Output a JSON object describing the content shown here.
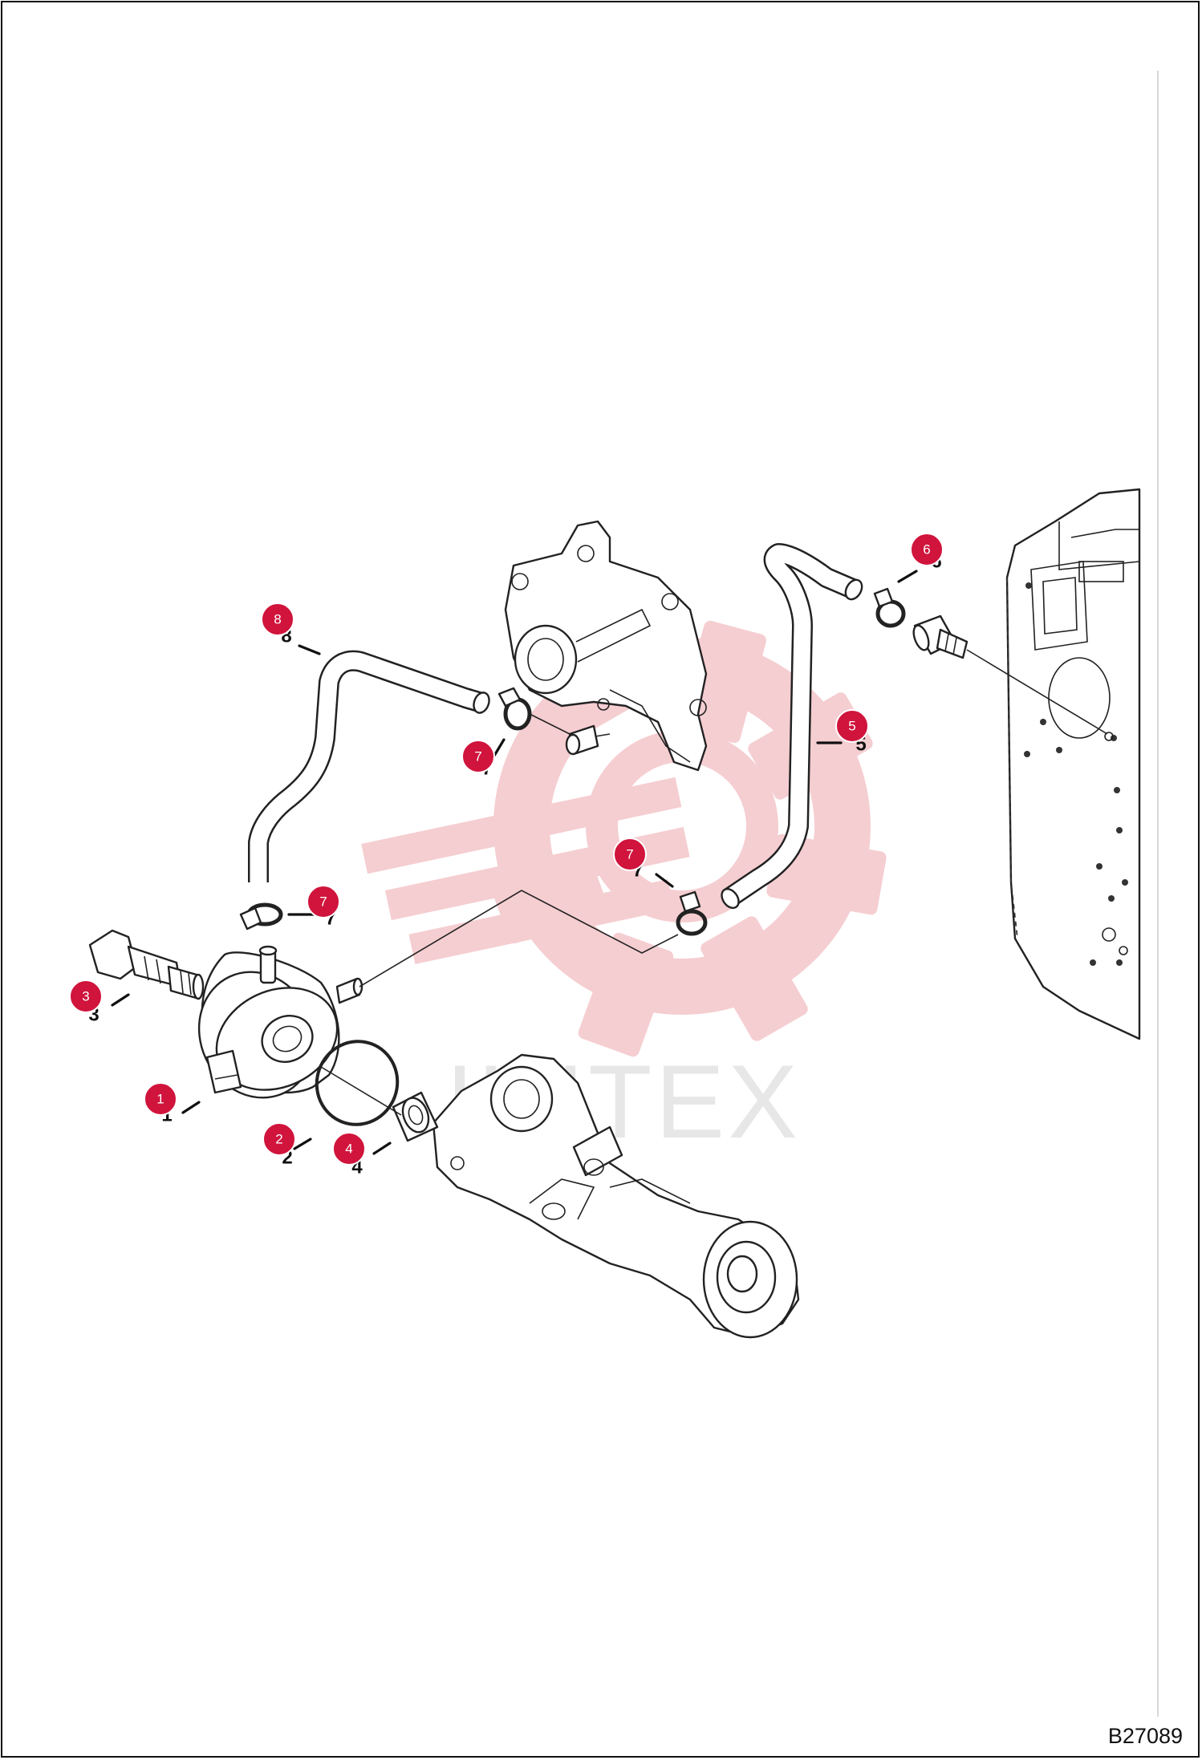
{
  "diagram": {
    "id_label": "B27089",
    "watermark_text": "IHITEX",
    "callout_color": "#d0143c",
    "watermark_color": "#f2c4c8",
    "callouts": [
      {
        "label": "1"
      },
      {
        "label": "2"
      },
      {
        "label": "3"
      },
      {
        "label": "4"
      },
      {
        "label": "5"
      },
      {
        "label": "6"
      },
      {
        "label": "7"
      },
      {
        "label": "7"
      },
      {
        "label": "7"
      },
      {
        "label": "8"
      }
    ]
  }
}
